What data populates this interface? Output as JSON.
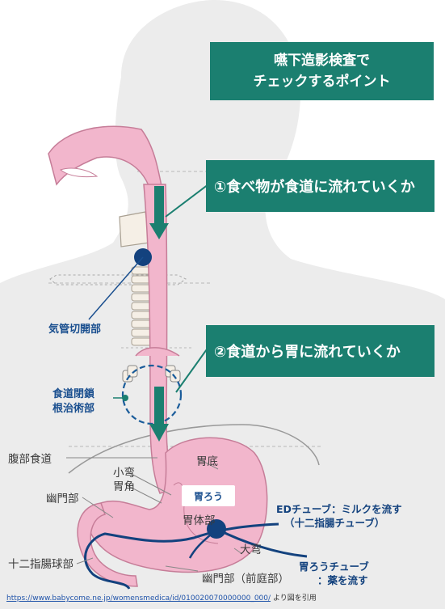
{
  "title": {
    "line1": "嚥下造影検査で",
    "line2": "チェックするポイント"
  },
  "points": [
    {
      "label": "①食べ物が食道に流れていくか"
    },
    {
      "label": "②食道から胃に流れていくか"
    }
  ],
  "callouts": {
    "tracheostomy": "気管切開部",
    "fundoplication_line1": "食道閉鎖",
    "fundoplication_line2": "根治術部",
    "gastrostomy": "胃ろう",
    "ed_tube_line1": "EDチューブ：ミルクを流す",
    "ed_tube_line2": "（十二指腸チューブ）",
    "gastro_tube_line1": "胃ろうチューブ",
    "gastro_tube_line2": "：薬を流す"
  },
  "anatomy": {
    "abdominal_esophagus": "腹部食道",
    "fundus": "胃底",
    "lesser_curvature": "小弯",
    "angulus": "胃角",
    "body": "胃体部",
    "pylorus": "幽門部",
    "greater_curvature": "大弯",
    "duodenal_bulb": "十二指腸球部",
    "antrum": "幽門部（前庭部）"
  },
  "source": {
    "url": "https://www.babycome.ne.jp/womensmedica/id/010020070000000_000/",
    "suffix": "より図を引用"
  },
  "colors": {
    "teal": "#1b7f70",
    "navy": "#13427e",
    "pink": "#f2b6cc",
    "silhouette": "#ececec"
  }
}
